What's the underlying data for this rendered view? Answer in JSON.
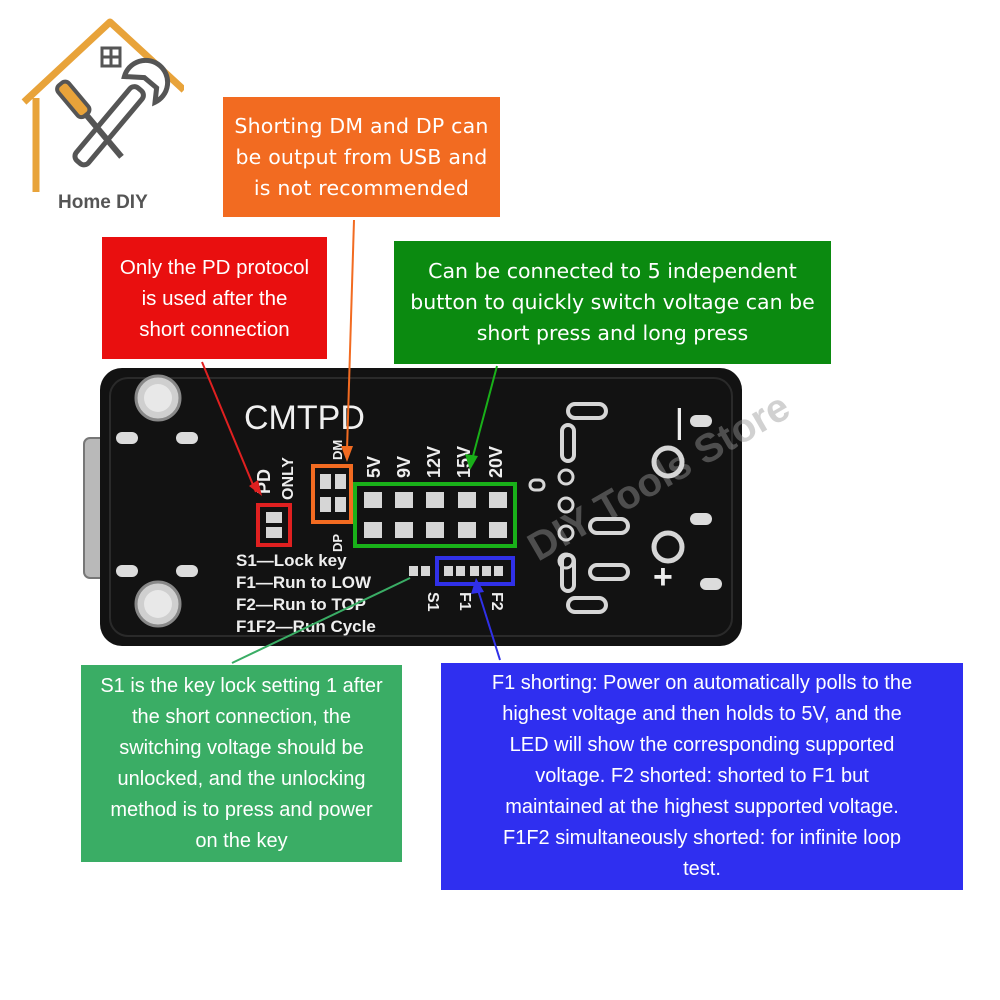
{
  "logo": {
    "text": "Home DIY",
    "icon": "house-wrench-icon"
  },
  "board": {
    "title": "CMTPD",
    "left_labels": [
      "PD",
      "ONLY"
    ],
    "dmdp_labels": [
      "DM",
      "DP"
    ],
    "voltage_labels": [
      "5V",
      "9V",
      "12V",
      "15V",
      "20V"
    ],
    "pad_labels": [
      "S1",
      "F1",
      "F2"
    ],
    "legend": [
      "S1—Lock key",
      "F1—Run to LOW",
      "F2—Run to TOP",
      "F1F2—Run Cycle"
    ],
    "polarity": [
      "—",
      "+"
    ],
    "watermark": "DIY Tools Store",
    "colors": {
      "pcb": "#111111",
      "red_marker": "#e02020",
      "orange_marker": "#f26b21",
      "green_marker": "#19b019",
      "blue_marker": "#3030e8"
    }
  },
  "callouts": {
    "orange": [
      "Shorting DM and DP can",
      "be output from USB and",
      "is not recommended"
    ],
    "red": [
      "Only the PD protocol",
      "is used after the",
      "short connection"
    ],
    "green": [
      "Can be connected to 5 independent",
      "button to quickly switch voltage can be",
      "short press and long press"
    ],
    "light_green": [
      "S1 is the key lock setting 1 after",
      "the short connection, the",
      "switching voltage should be",
      "unlocked, and the unlocking",
      "method is to press and power",
      "on the key"
    ],
    "blue": [
      "F1 shorting: Power on automatically polls to the",
      "highest voltage and then holds to 5V, and the",
      "LED will show the corresponding supported",
      "voltage. F2 shorted: shorted to F1 but",
      "maintained at the highest supported voltage.",
      "F1F2 simultaneously shorted: for infinite loop",
      "test."
    ]
  }
}
